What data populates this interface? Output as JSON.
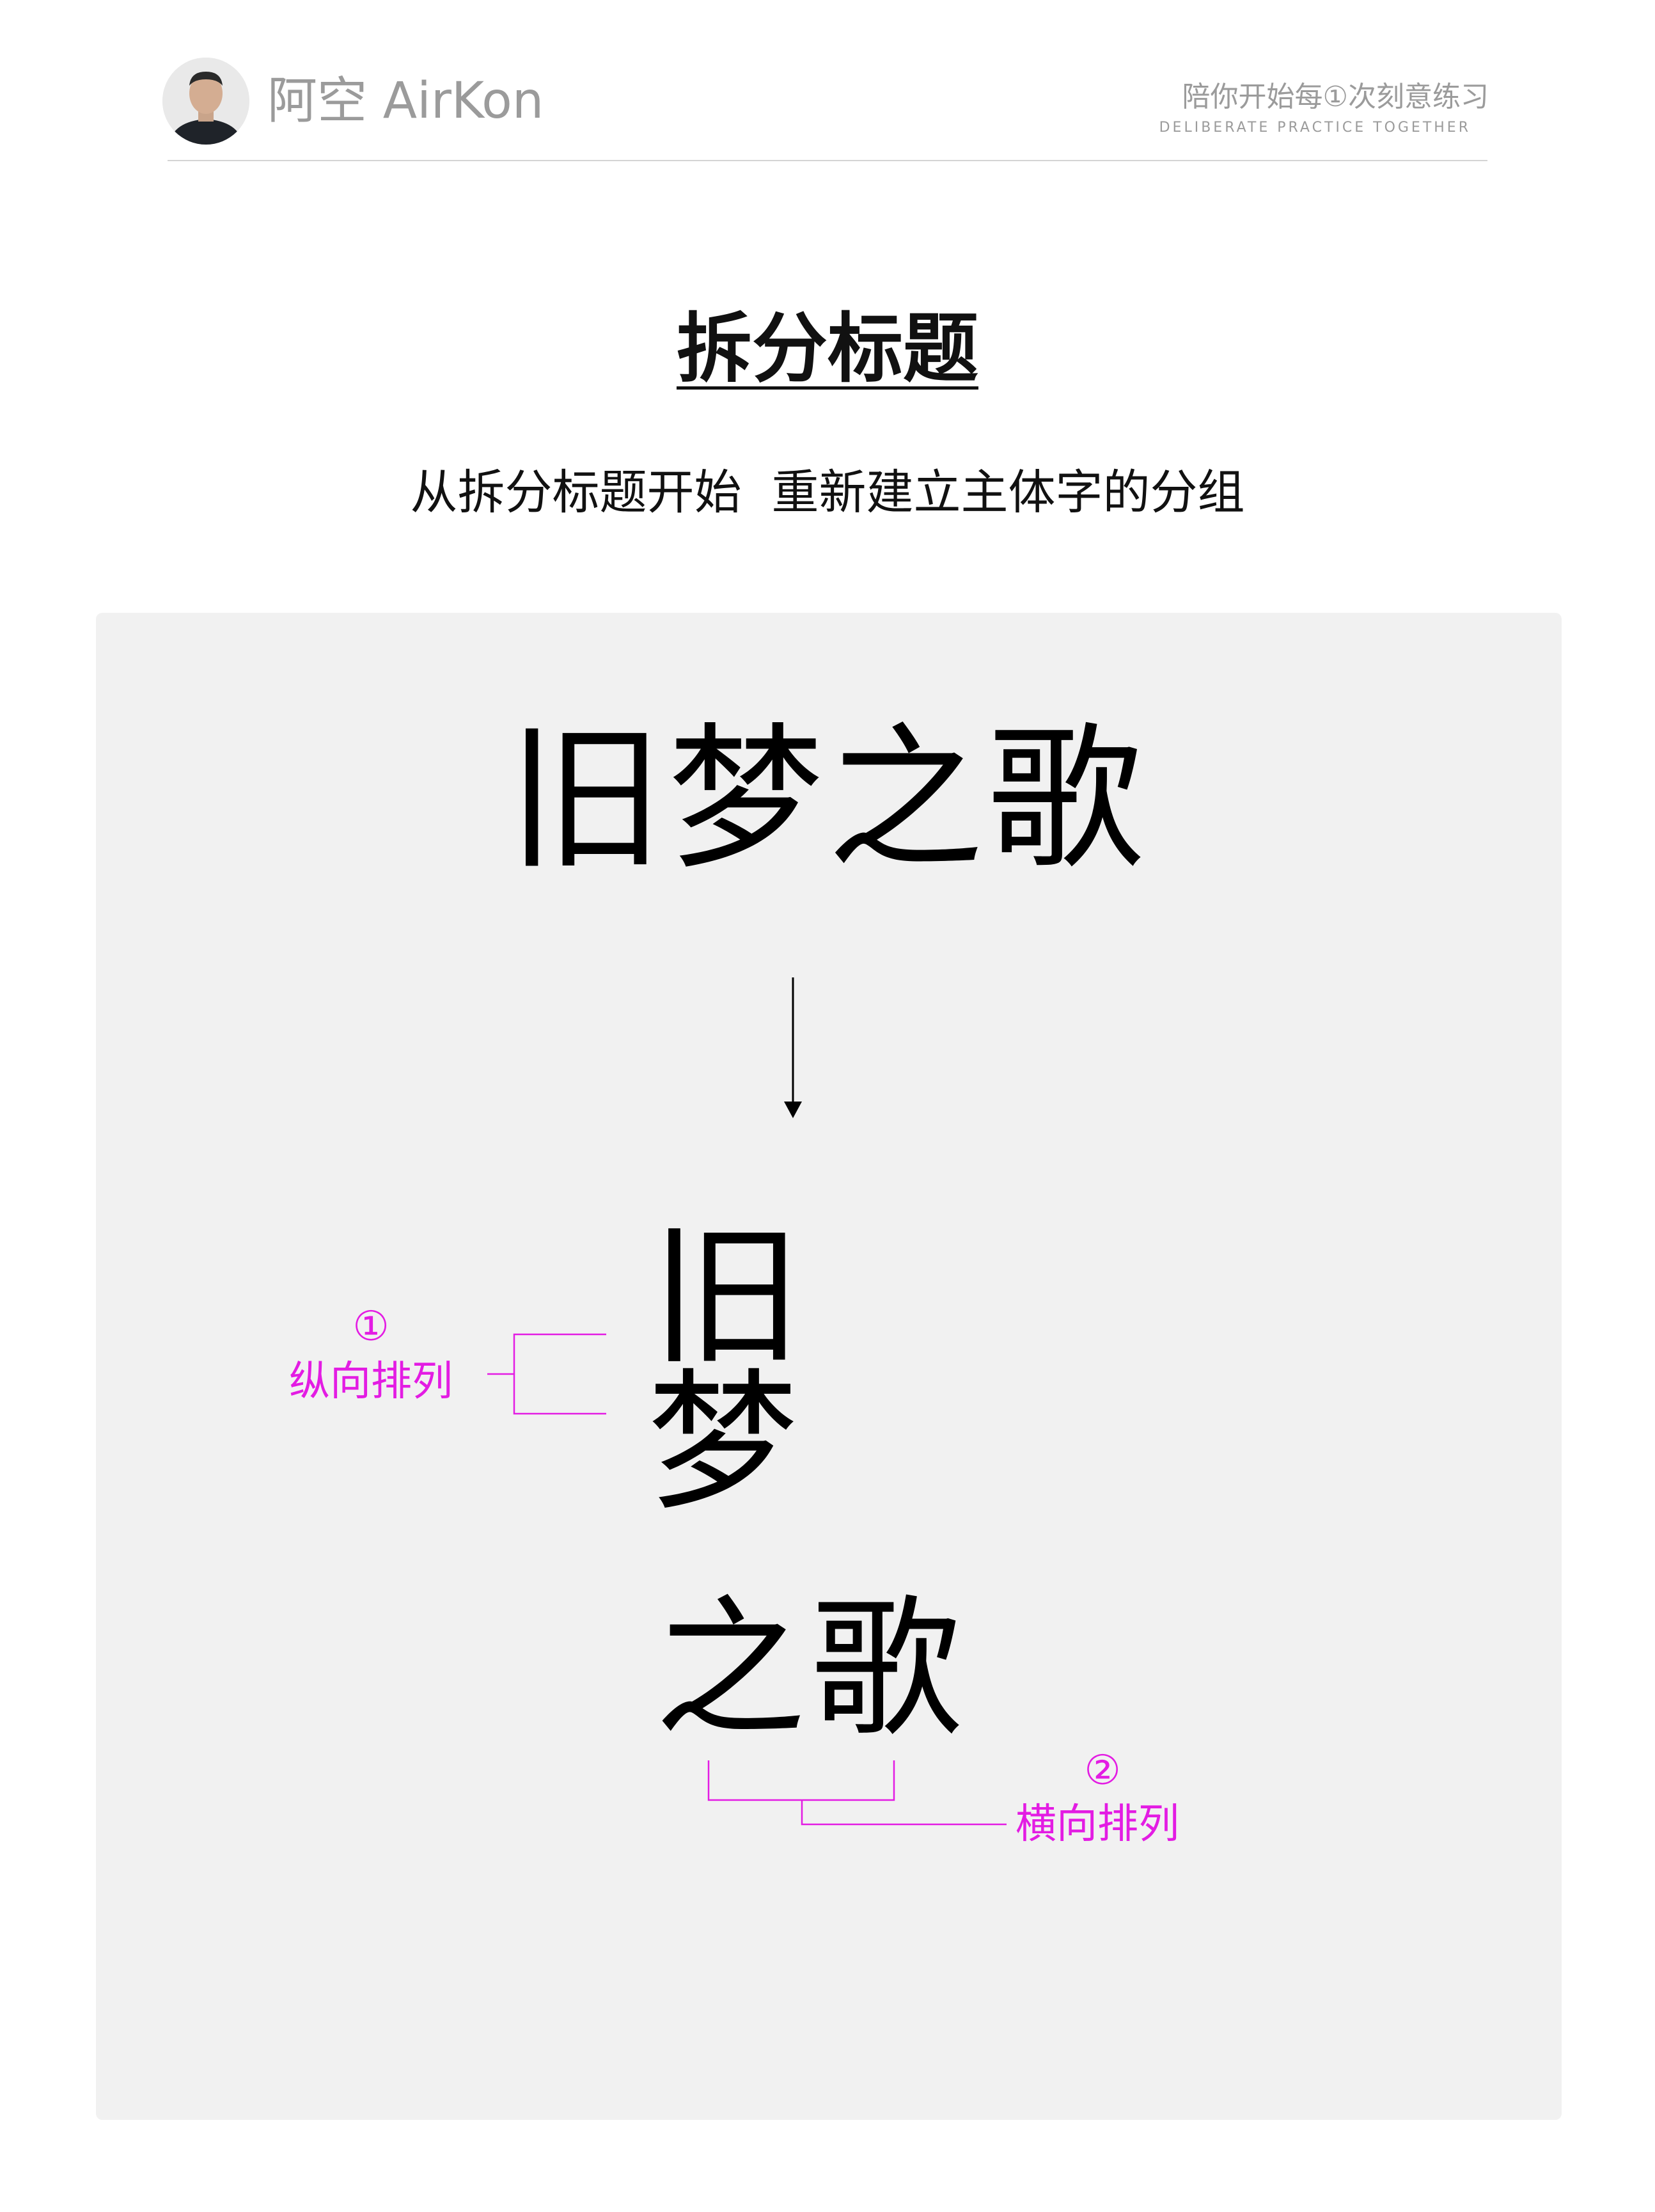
{
  "header": {
    "brand": "阿空 AirKon",
    "tagline": "陪你开始每①次刻意练习",
    "tagline_sub": "DELIBERATE  PRACTICE TOGETHER"
  },
  "title": "拆分标题",
  "subtitle": "从拆分标题开始  重新建立主体字的分组",
  "example": {
    "original": "旧梦之歌",
    "char1": "旧",
    "char2": "梦",
    "char3": "之",
    "char4": "歌"
  },
  "notes": {
    "vertical_number": "①",
    "vertical_label": "纵向排列",
    "horizontal_number": "②",
    "horizontal_label": "横向排列"
  },
  "colors": {
    "annotation": "#e31ce3",
    "panel": "#f1f1f1"
  }
}
